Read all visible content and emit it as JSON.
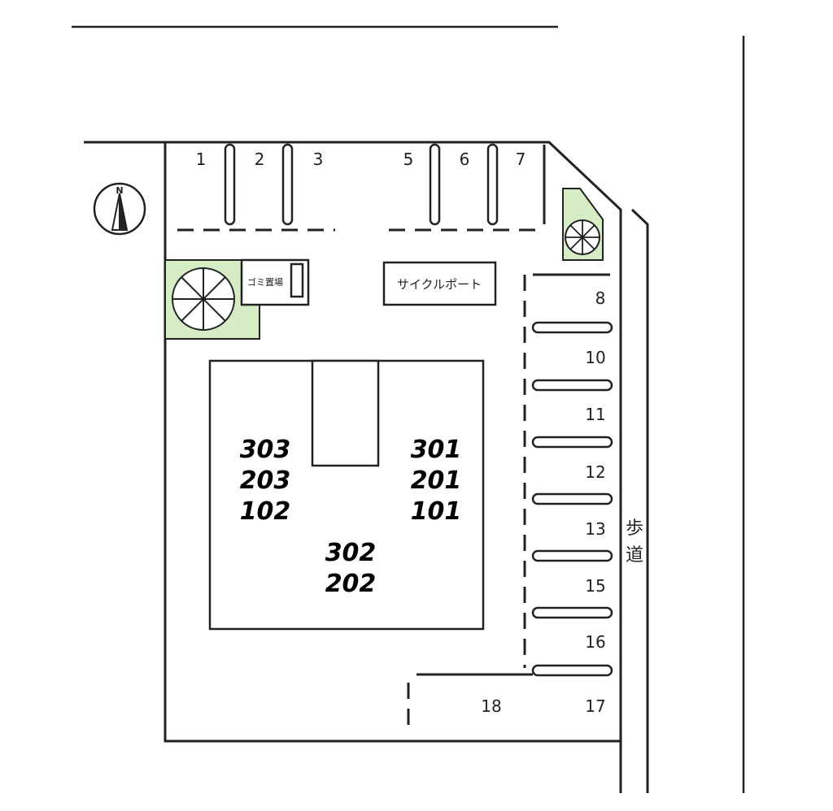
{
  "compass": {
    "north_label": "N"
  },
  "parking_top": [
    "1",
    "2",
    "3",
    "5",
    "6",
    "7"
  ],
  "parking_right": [
    "8",
    "10",
    "11",
    "12",
    "13",
    "15",
    "16",
    "17"
  ],
  "parking_bottom": [
    "18"
  ],
  "facilities": {
    "garbage": "ゴミ置場",
    "cycle_port": "サイクルポート"
  },
  "building": {
    "left_units": [
      "303",
      "203",
      "102"
    ],
    "right_units": [
      "301",
      "201",
      "101"
    ],
    "center_units": [
      "302",
      "202"
    ]
  },
  "sidewalk": [
    "歩",
    "道"
  ],
  "colors": {
    "green_area": "#d5ecc4",
    "line": "#222222"
  }
}
